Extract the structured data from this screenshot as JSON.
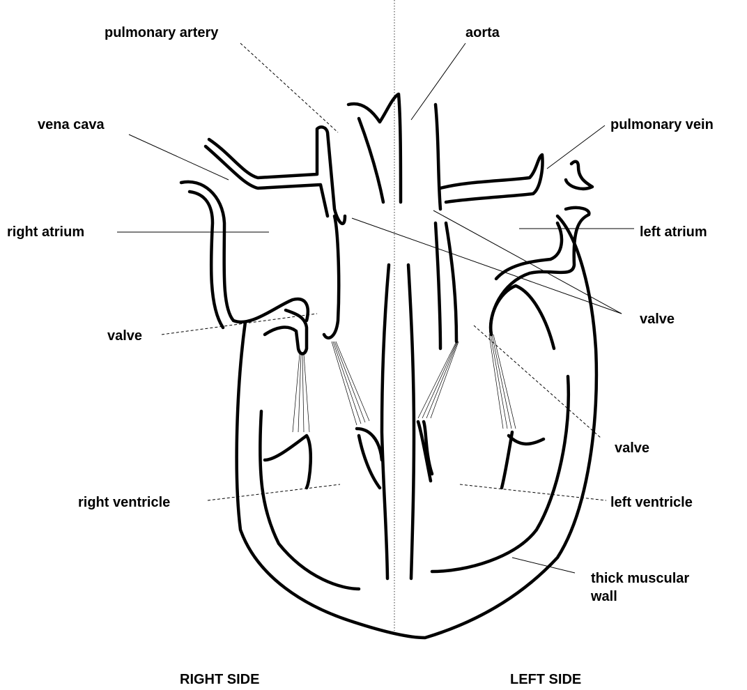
{
  "labels": {
    "pulmonary_artery": "pulmonary artery",
    "aorta": "aorta",
    "vena_cava": "vena cava",
    "pulmonary_vein": "pulmonary vein",
    "right_atrium": "right atrium",
    "left_atrium": "left atrium",
    "valve_right": "valve",
    "valve_upper_left": "valve",
    "valve_lower_left": "valve",
    "right_ventricle": "right ventricle",
    "left_ventricle": "left ventricle",
    "thick_wall_line1": "thick muscular",
    "thick_wall_line2": "wall"
  },
  "sides": {
    "right": "RIGHT SIDE",
    "left": "LEFT SIDE"
  }
}
